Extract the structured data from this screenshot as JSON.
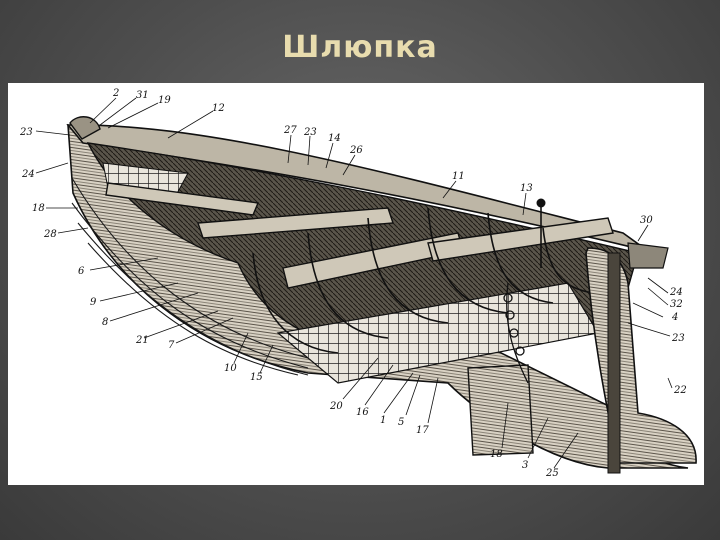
{
  "slide": {
    "title": "Шлюпка"
  },
  "diagram": {
    "callouts": [
      {
        "id": "c1",
        "text": "2"
      },
      {
        "id": "c2",
        "text": "31"
      },
      {
        "id": "c3",
        "text": "19"
      },
      {
        "id": "c4",
        "text": "12"
      },
      {
        "id": "c5",
        "text": "23"
      },
      {
        "id": "c6",
        "text": "24"
      },
      {
        "id": "c7",
        "text": "18"
      },
      {
        "id": "c8",
        "text": "28"
      },
      {
        "id": "c9",
        "text": "6"
      },
      {
        "id": "c10",
        "text": "9"
      },
      {
        "id": "c11",
        "text": "8"
      },
      {
        "id": "c12",
        "text": "21"
      },
      {
        "id": "c13",
        "text": "7"
      },
      {
        "id": "c14",
        "text": "10"
      },
      {
        "id": "c15",
        "text": "15"
      },
      {
        "id": "c16",
        "text": "27"
      },
      {
        "id": "c17",
        "text": "23"
      },
      {
        "id": "c18",
        "text": "14"
      },
      {
        "id": "c19",
        "text": "26"
      },
      {
        "id": "c20",
        "text": "11"
      },
      {
        "id": "c21",
        "text": "13"
      },
      {
        "id": "c22",
        "text": "30"
      },
      {
        "id": "c23",
        "text": "24"
      },
      {
        "id": "c24",
        "text": "32"
      },
      {
        "id": "c25",
        "text": "4"
      },
      {
        "id": "c26",
        "text": "23"
      },
      {
        "id": "c27",
        "text": "22"
      },
      {
        "id": "c28",
        "text": "20"
      },
      {
        "id": "c29",
        "text": "16"
      },
      {
        "id": "c30",
        "text": "1"
      },
      {
        "id": "c31",
        "text": "5"
      },
      {
        "id": "c32",
        "text": "17"
      },
      {
        "id": "c33",
        "text": "18"
      },
      {
        "id": "c34",
        "text": "3"
      },
      {
        "id": "c35",
        "text": "25"
      }
    ]
  }
}
